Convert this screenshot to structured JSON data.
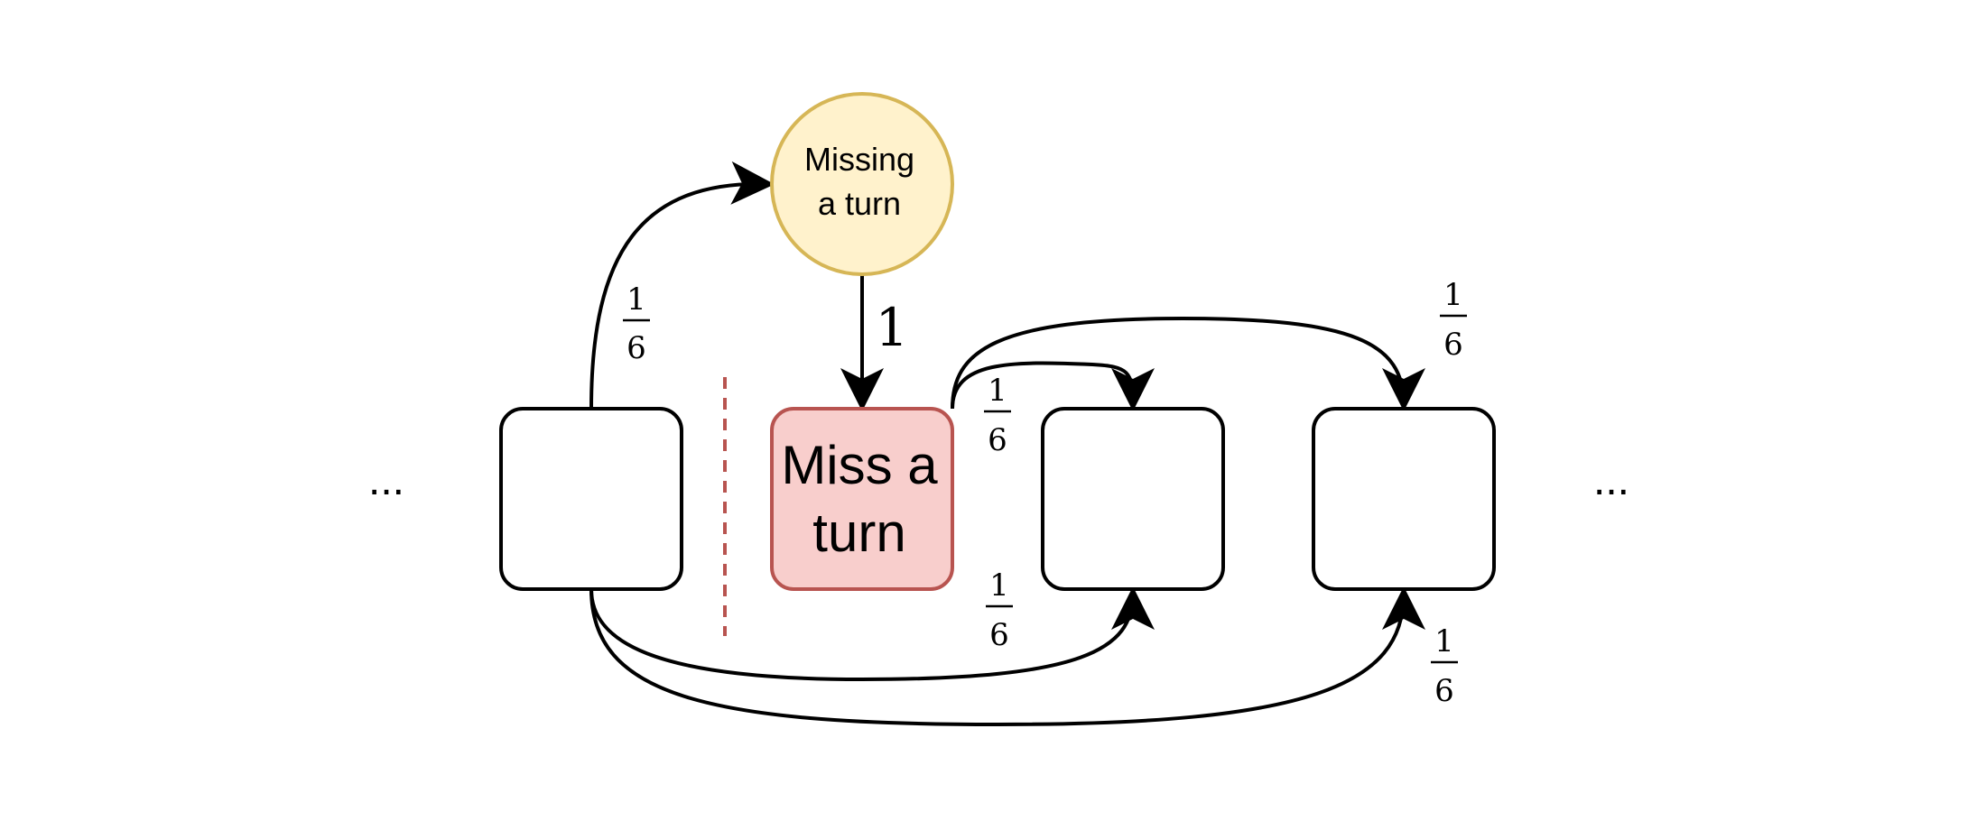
{
  "nodes": {
    "missing_state": {
      "line1": "Missing",
      "line2": "a turn"
    },
    "miss_square": {
      "line1": "Miss a",
      "line2": "turn"
    }
  },
  "edges": {
    "left_to_missing": {
      "num": "1",
      "den": "6"
    },
    "missing_to_miss": {
      "label": "1"
    },
    "miss_to_sq3": {
      "num": "1",
      "den": "6"
    },
    "miss_to_sq4": {
      "num": "1",
      "den": "6"
    },
    "left_to_sq3": {
      "num": "1",
      "den": "6"
    },
    "left_to_sq4": {
      "num": "1",
      "den": "6"
    }
  },
  "ellipsis": {
    "left": "...",
    "right": "..."
  },
  "colors": {
    "missing_fill": "#fff2cc",
    "missing_stroke": "#d6b656",
    "miss_fill": "#f8cecc",
    "miss_stroke": "#b85450",
    "divider": "#b85450",
    "stroke": "#000000"
  }
}
